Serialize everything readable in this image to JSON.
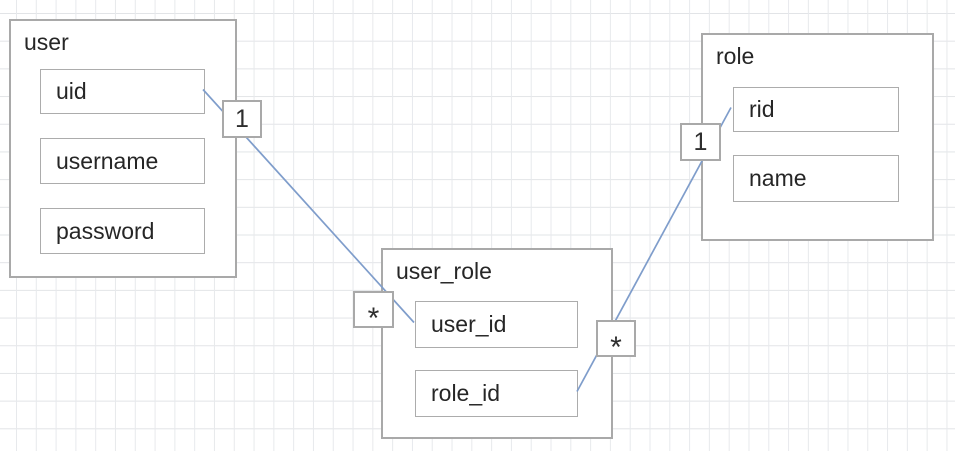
{
  "diagram": {
    "type": "entity-relationship",
    "canvas": {
      "background": "#ffffff",
      "grid": true,
      "grid_color": "#e4e6e9"
    },
    "colors": {
      "connector": "#7f9dcb",
      "shape_border": "#a9a9a9",
      "text": "#262626"
    },
    "tables": [
      {
        "name": "user",
        "fields": [
          "uid",
          "username",
          "password"
        ]
      },
      {
        "name": "role",
        "fields": [
          "rid",
          "name"
        ]
      },
      {
        "name": "user_role",
        "fields": [
          "user_id",
          "role_id"
        ]
      }
    ],
    "connectors": [
      {
        "from_table": "user",
        "from_field": "uid",
        "to_table": "user_role",
        "to_field": "user_id",
        "source_label": "1",
        "target_label": "*",
        "color": "#7f9dcb"
      },
      {
        "from_table": "role",
        "from_field": "rid",
        "to_table": "user_role",
        "to_field": "role_id",
        "source_label": "1",
        "target_label": "*",
        "color": "#7f9dcb"
      }
    ]
  }
}
